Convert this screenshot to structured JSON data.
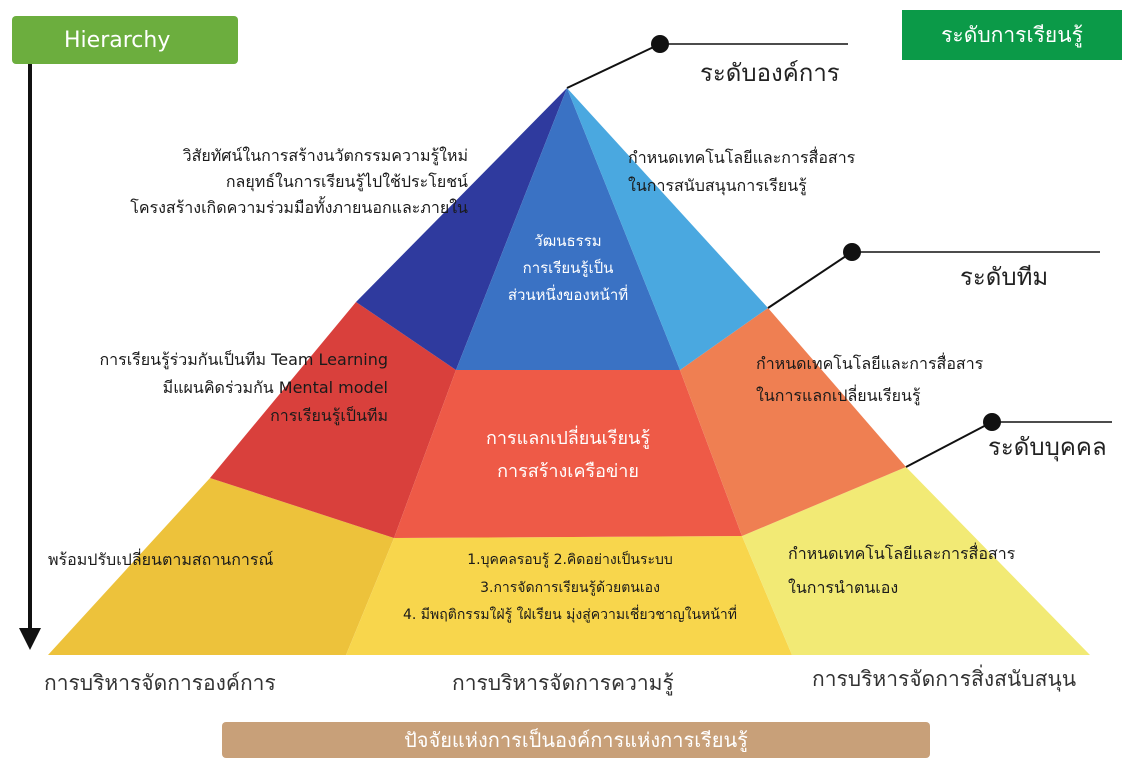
{
  "hierarchy_label": "Hierarchy",
  "learning_level_label": "ระดับการเรียนรู้",
  "bottom_banner": "ปัจจัยแห่งการเป็นองค์การแห่งการเรียนรู้",
  "levels": {
    "organization": "ระดับองค์การ",
    "team": "ระดับทีม",
    "individual": "ระดับบุคคล"
  },
  "base_labels": {
    "left": "การบริหารจัดการองค์การ",
    "center": "การบริหารจัดการความรู้",
    "right": "การบริหารจัดการสิ่งสนับสนุน"
  },
  "top_tier": {
    "left_lines": [
      "วิสัยทัศน์ในการสร้างนวัตกรรมความรู้ใหม่",
      "กลยุทธ์ในการเรียนรู้ไปใช้ประโยชน์",
      "โครงสร้างเกิดความร่วมมือทั้งภายนอกและภายใน"
    ],
    "center_lines": [
      "วัฒนธรรม",
      "การเรียนรู้เป็น",
      "ส่วนหนึ่งของหน้าที่"
    ],
    "right_lines": [
      "กำหนดเทคโนโลยีและการสื่อสาร",
      "ในการสนับสนุนการเรียนรู้"
    ]
  },
  "middle_tier": {
    "left_lines": [
      "การเรียนรู้ร่วมกันเป็นทีม Team Learning",
      "มีแผนคิดร่วมกัน Mental model",
      "การเรียนรู้เป็นทีม"
    ],
    "center_lines": [
      "การแลกเปลี่ยนเรียนรู้",
      "การสร้างเครือข่าย"
    ],
    "right_lines": [
      "กำหนดเทคโนโลยีและการสื่อสาร",
      "ในการแลกเปลี่ยนเรียนรู้"
    ]
  },
  "bottom_tier": {
    "left_lines": [
      "พร้อมปรับเปลี่ยนตามสถานการณ์"
    ],
    "center_lines": [
      "1.บุคคลรอบรู้  2.คิดอย่างเป็นระบบ",
      "3.การจัดการเรียนรู้ด้วยตนเอง",
      "4. มีพฤติกรรมใฝ่รู้ ใฝ่เรียน มุ่งสู่ความเชี่ยวชาญในหน้าที่"
    ],
    "right_lines": [
      "กำหนดเทคโนโลยีและการสื่อสาร",
      "ในการนำตนเอง"
    ]
  },
  "colors": {
    "top_left": "#2f3a9e",
    "top_center": "#3a72c4",
    "top_right": "#4aa8e0",
    "mid_left": "#d9403c",
    "mid_center": "#ee5a47",
    "mid_right": "#ef7f52",
    "bot_left": "#edc23b",
    "bot_center": "#f8d64c",
    "bot_right": "#f2ea75"
  }
}
